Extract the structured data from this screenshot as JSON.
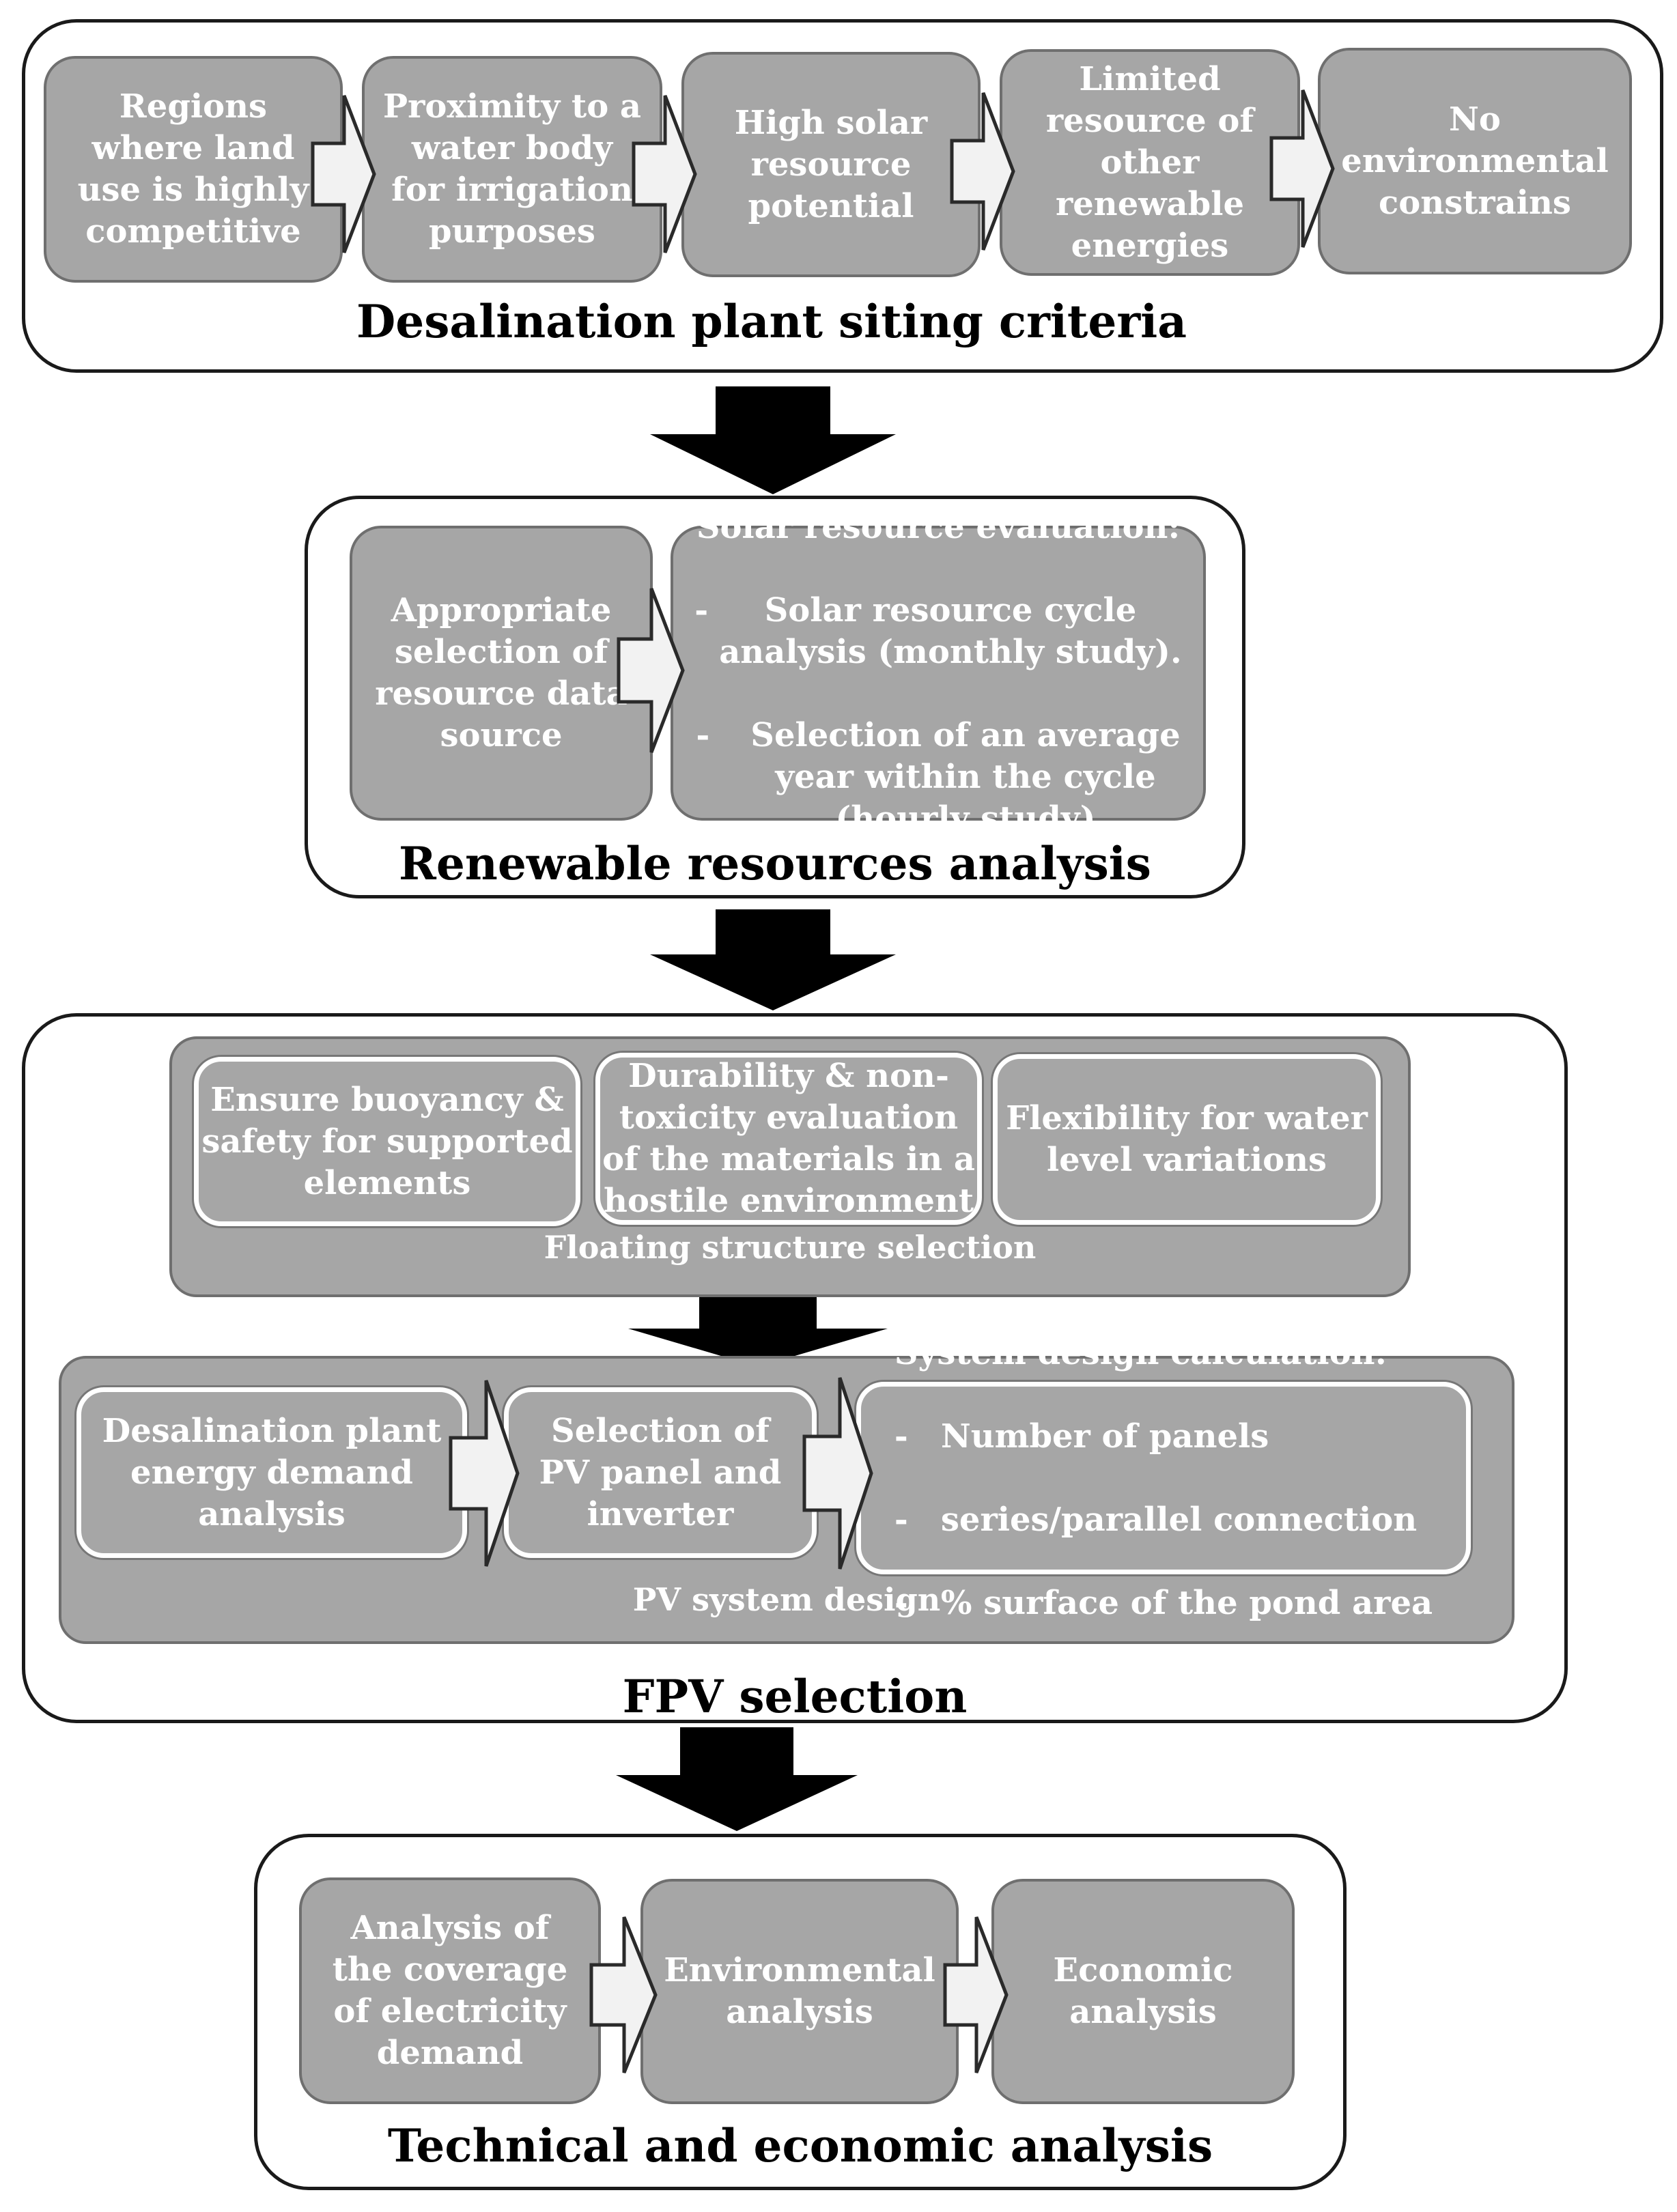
{
  "sections": {
    "siting": {
      "title": "Desalination plant siting criteria",
      "boxes": [
        "Regions\nwhere land\nuse is highly\ncompetitive",
        "Proximity to a\nwater body\nfor irrigation\npurposes",
        "High solar\nresource\npotential",
        "Limited\nresource of\nother\nrenewable\nenergies",
        "No\nenvironmental\nconstrains"
      ]
    },
    "renewable": {
      "title": "Renewable resources analysis",
      "box1": "Appropriate\nselection of\nresource data\nsource",
      "box2": {
        "heading": "Solar resource evaluation:",
        "item1_dash": "-",
        "item1": "Solar resource cycle\nanalysis (monthly study).",
        "item2_dash": "-",
        "item2": "Selection of an average\nyear within the cycle\n(hourly study)"
      }
    },
    "fpv": {
      "title": "FPV selection",
      "floating": {
        "label": "Floating structure selection",
        "boxes": [
          "Ensure buoyancy &\nsafety for supported\nelements",
          "Durability & non-\ntoxicity evaluation\nof the materials in a\nhostile environment",
          "Flexibility for water\nlevel variations"
        ]
      },
      "pv": {
        "label": "PV system design",
        "box1": "Desalination plant\nenergy demand\nanalysis",
        "box2": "Selection of\nPV panel and\ninverter",
        "box3": {
          "heading": "System design calculation:",
          "items": [
            {
              "dash": "-",
              "text": "Number of panels"
            },
            {
              "dash": "-",
              "text": "series/parallel connection"
            },
            {
              "dash": "-",
              "text": "% surface of the pond area"
            }
          ]
        }
      }
    },
    "technical": {
      "title": "Technical and economic analysis",
      "boxes": [
        "Analysis of\nthe coverage\nof electricity\ndemand",
        "Environmental\nanalysis",
        "Economic\nanalysis"
      ]
    }
  },
  "colors": {
    "box_fill": "#a6a6a6",
    "box_border": "#6f6f6f",
    "section_border": "#1a1a1a",
    "down_arrow": "#000000",
    "text": "#ffffff"
  }
}
